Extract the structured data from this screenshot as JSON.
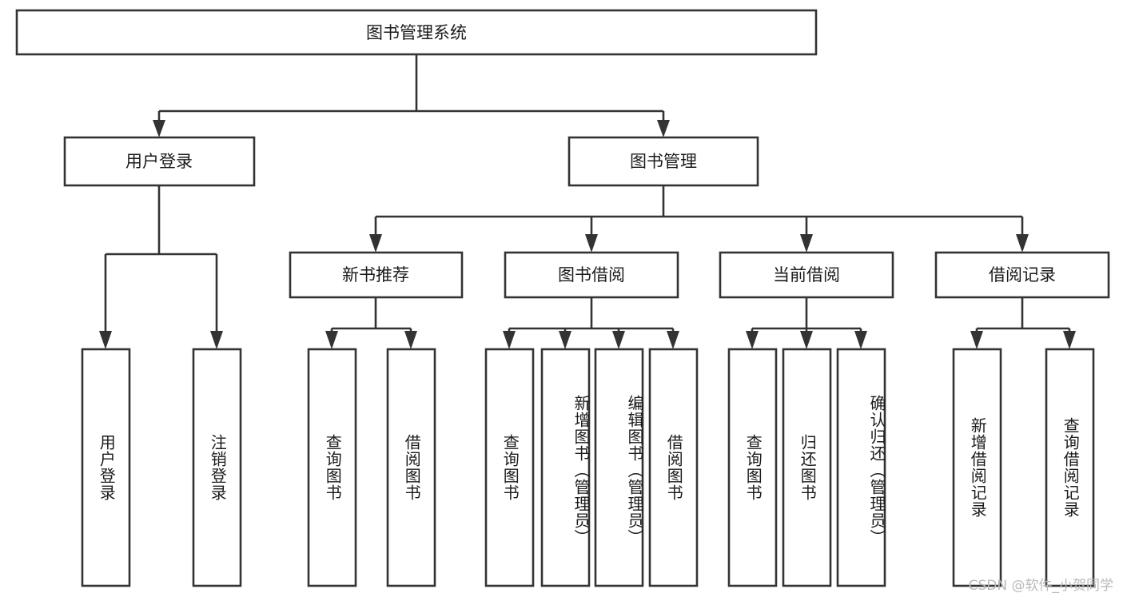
{
  "diagram": {
    "type": "tree-hierarchy",
    "title": "图书管理系统",
    "orientation": "top-down",
    "colors": {
      "box_stroke": "#333333",
      "box_fill": "#ffffff",
      "text": "#1b1b1b",
      "background": "#ffffff",
      "watermark": "#b9b9b9"
    },
    "levels": {
      "root": {
        "label": "图书管理系统"
      },
      "level2": [
        {
          "id": "user-login",
          "label": "用户登录"
        },
        {
          "id": "book-management",
          "label": "图书管理"
        }
      ],
      "level3": [
        {
          "id": "new-book-recommend",
          "label": "新书推荐",
          "parent": "book-management"
        },
        {
          "id": "book-borrow",
          "label": "图书借阅",
          "parent": "book-management"
        },
        {
          "id": "current-borrow",
          "label": "当前借阅",
          "parent": "book-management"
        },
        {
          "id": "borrow-record",
          "label": "借阅记录",
          "parent": "book-management"
        }
      ],
      "leaves": [
        {
          "id": "leaf-user-login",
          "label": "用户登录",
          "parent": "user-login"
        },
        {
          "id": "leaf-logout-login",
          "label": "注销登录",
          "parent": "user-login"
        },
        {
          "id": "leaf-query-book-1",
          "label": "查询图书",
          "parent": "new-book-recommend"
        },
        {
          "id": "leaf-borrow-book-1",
          "label": "借阅图书",
          "parent": "new-book-recommend"
        },
        {
          "id": "leaf-query-book-2",
          "label": "查询图书",
          "parent": "book-borrow"
        },
        {
          "id": "leaf-add-book",
          "label": "新增图书（管理员）",
          "parent": "book-borrow"
        },
        {
          "id": "leaf-edit-book",
          "label": "编辑图书（管理员）",
          "parent": "book-borrow"
        },
        {
          "id": "leaf-borrow-book-2",
          "label": "借阅图书",
          "parent": "book-borrow"
        },
        {
          "id": "leaf-query-book-3",
          "label": "查询图书",
          "parent": "current-borrow"
        },
        {
          "id": "leaf-return-book",
          "label": "归还图书",
          "parent": "current-borrow"
        },
        {
          "id": "leaf-confirm-return",
          "label": "确认归还（管理员）",
          "parent": "current-borrow"
        },
        {
          "id": "leaf-add-record",
          "label": "新增借阅记录",
          "parent": "borrow-record"
        },
        {
          "id": "leaf-query-record",
          "label": "查询借阅记录",
          "parent": "borrow-record"
        }
      ]
    }
  },
  "watermark": {
    "text": "CSDN @软件_小贺同学"
  }
}
